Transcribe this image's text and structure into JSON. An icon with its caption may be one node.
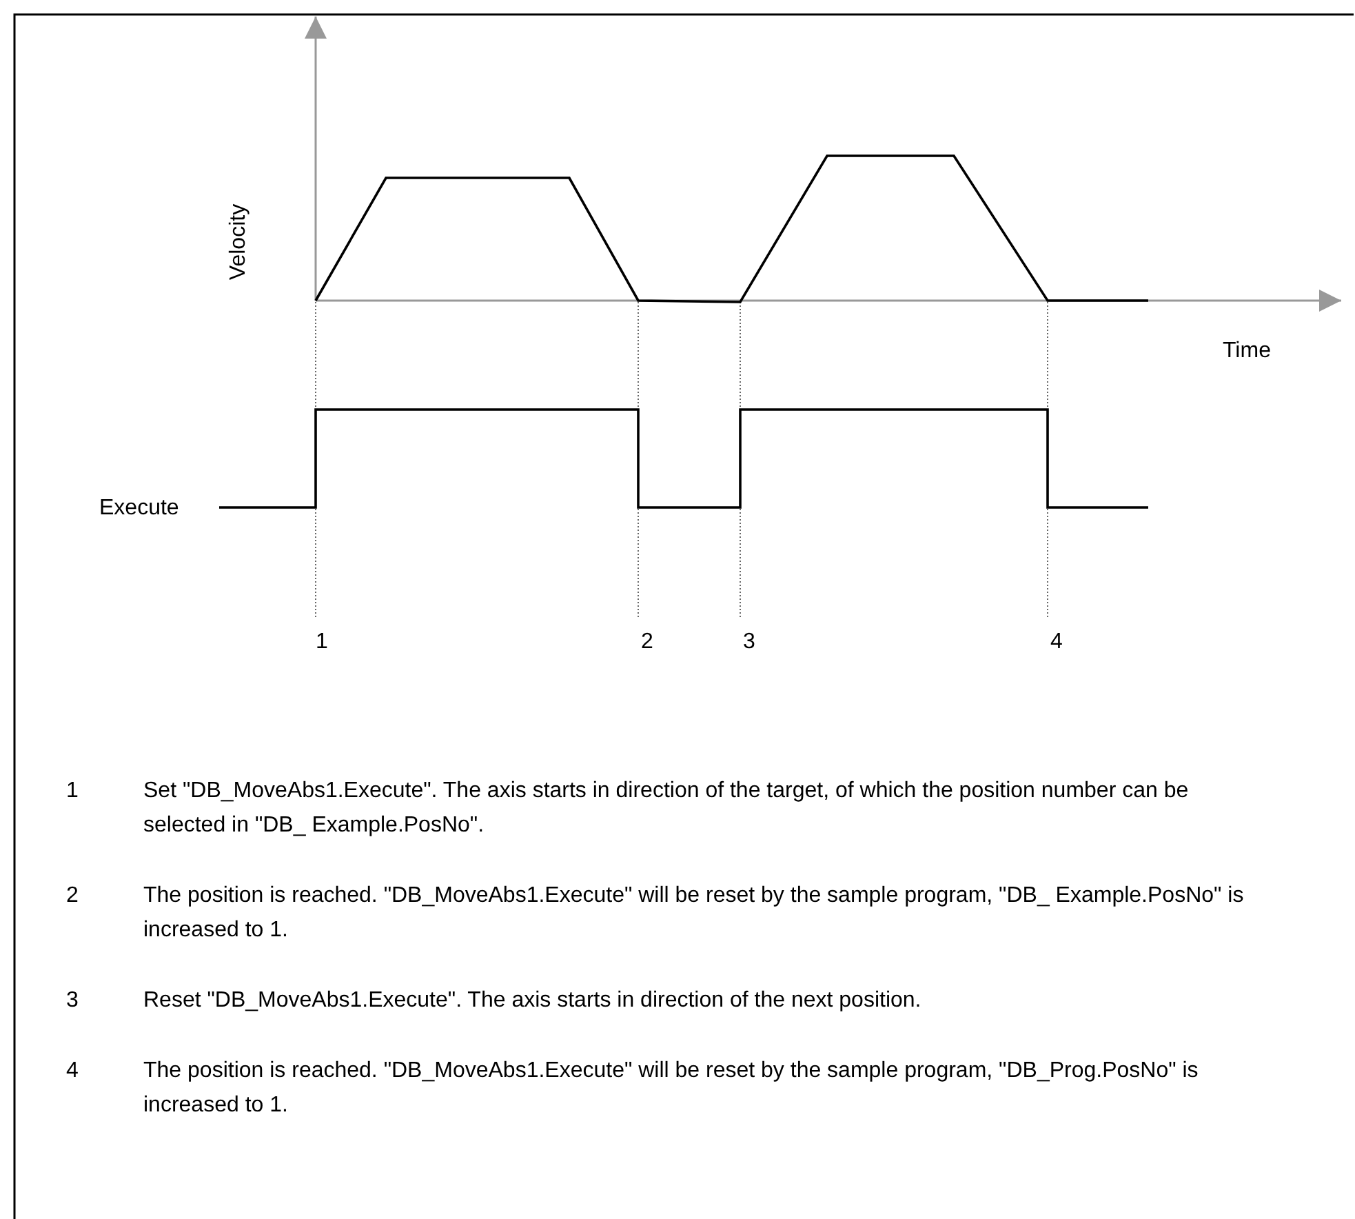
{
  "diagram": {
    "labels": [
      "Velocity",
      "Time",
      "Execute",
      "1",
      "2",
      "3",
      "4",
      "1",
      "Set \"DB_MoveAbs1.Execute\". The axis starts in direction of the target, of which the position number can be selected in \"DB_ Example.PosNo\".",
      "2",
      "The position is reached. \"DB_MoveAbs1.Execute\" will be reset by the sample program, \"DB_ Example.PosNo\" is increased to 1.",
      "3",
      "Reset \"DB_MoveAbs1.Execute\". The axis starts in direction of the next position.",
      "4",
      "The position is reached. \"DB_MoveAbs1.Execute\" will be reset by the sample program, \"DB_Prog.PosNo\" is increased to 1."
    ]
  }
}
